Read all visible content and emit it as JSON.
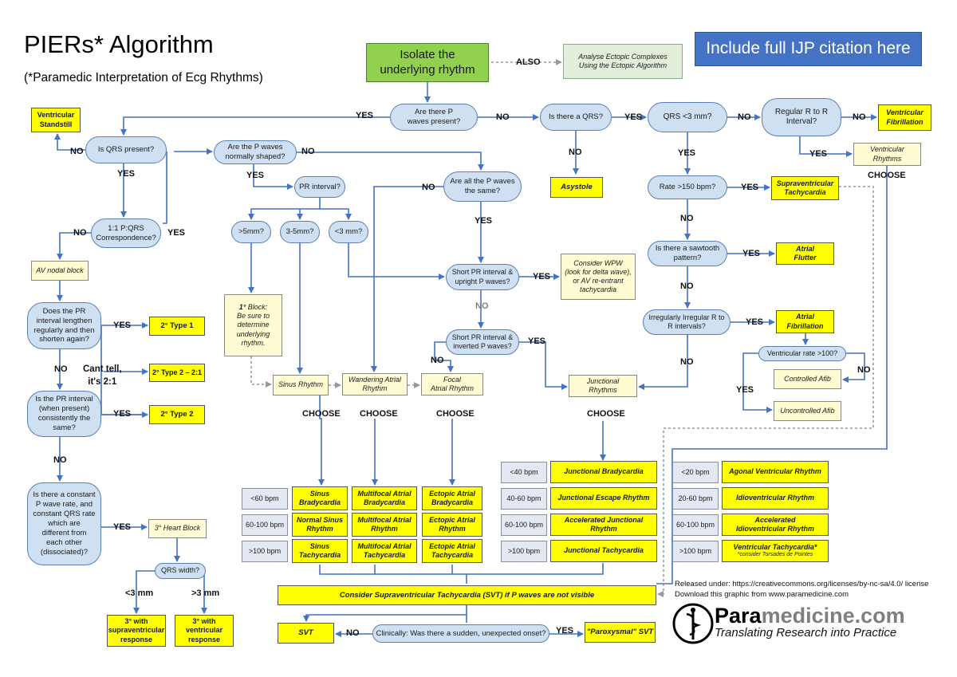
{
  "title": "PIERs* Algorithm",
  "subtitle": "(*Paramedic Interpretation of Ecg Rhythms)",
  "citation": "Include full IJP citation here",
  "nodes": {
    "isolate": "Isolate the\nunderlying rhythm",
    "ectopic": "Analyse Ectopic Complexes\nUsing the Ectopic Algorithm",
    "p_waves_present": "Are there P\nwaves present?",
    "is_qrs": "Is there a QRS?",
    "qrs_lt3": "QRS <3 mm?",
    "regular_rr": "Regular R to R\nInterval?",
    "vfib": "Ventricular\nFibrillation",
    "vent_standstill": "Ventricular\nStandstill",
    "is_qrs_present": "Is QRS present?",
    "p_normal": "Are the P waves\nnormally shaped?",
    "pr_interval": "PR interval?",
    "all_p_same": "Are all the P waves\nthe same?",
    "asystole": "Asystole",
    "rate_150": "Rate >150 bpm?",
    "svt_box": "Supraventricular\nTachycardia",
    "vent_rhythms": "Ventricular\nRhythms",
    "pqrs": "1:1 P:QRS\nCorrespondence?",
    "gt5": ">5mm?",
    "mm35": "3-5mm?",
    "lt3": "<3 mm?",
    "sawtooth": "Is there a sawtooth\npattern?",
    "aflutter": "Atrial\nFlutter",
    "av_nodal": "AV nodal block",
    "short_pr_upright": "Short PR interval &\nupright P waves?",
    "wpw": "Consider WPW\n(look for delta wave),\nor AV re-entrant\ntachycardia",
    "irregular": "Irregularly Irregular R to\nR intervals?",
    "afib": "Atrial\nFibrillation",
    "pr_lengthen": "Does the PR\ninterval lengthen\nregularly and then\nshorten again?",
    "type1": "2° Type 1",
    "first_degree": "Block:\nBe sure to\ndetermine\nunderlying\nrhythm.",
    "first_degree_num": "1° ",
    "short_pr_inverted": "Short PR interval &\ninverted P waves?",
    "vent_rate_100": "Ventricular rate >100?",
    "cant_tell": "Cant tell,\nit's 2:1",
    "type2_21": "2° Type 2 – 2:1",
    "sinus_rhythm": "Sinus Rhythm",
    "wandering": "Wandering Atrial\nRhythm",
    "focal": "Focal\nAtrial Rhythm",
    "junctional": "Junctional\nRhythms",
    "controlled_afib": "Controlled Afib",
    "pr_consistent": "Is the PR interval\n(when present)\nconsistently the\nsame?",
    "type2": "2° Type 2",
    "uncontrolled_afib": "Uncontrolled Afib",
    "constant_rate": "Is there a constant\nP wave rate, and\nconstant QRS rate\nwhich are\ndifferent from\neach other\n(dissociated)?",
    "third_block": "3° Heart Block",
    "qrs_width": "QRS width?",
    "third_supra": "3° with\nsupraventricular\nresponse",
    "third_vent": "3° with\nventricular\nresponse",
    "consider_svt": "Consider Supraventricular Tachycardia (SVT) if P waves are not visible",
    "svt": "SVT",
    "sudden_onset": "Clinically: Was there a sudden, unexpected onset?",
    "paroxysmal": "\"Paroxysmal\" SVT"
  },
  "rate_rows": {
    "atrial_rates": [
      "<60 bpm",
      "60-100 bpm",
      ">100 bpm"
    ],
    "sinus": [
      "Sinus\nBradycardia",
      "Normal Sinus\nRhythm",
      "Sinus\nTachycardia"
    ],
    "multifocal": [
      "Multifocal Atrial\nBradycardia",
      "Multifocal Atrial\nRhythm",
      "Multifocal Atrial\nTachycardia"
    ],
    "ectopic_atrial": [
      "Ectopic Atrial\nBradycardia",
      "Ectopic Atrial\nRhythm",
      "Ectopic Atrial\nTachycardia"
    ],
    "junctional_rates": [
      "<40 bpm",
      "40-60 bpm",
      "60-100 bpm",
      ">100 bpm"
    ],
    "junctional_names": [
      "Junctional Bradycardia",
      "Junctional Escape Rhythm",
      "Accelerated Junctional Rhythm",
      "Junctional Tachycardia"
    ],
    "vent_rates": [
      "<20 bpm",
      "20-60 bpm",
      "60-100 bpm",
      ">100 bpm"
    ],
    "vent_names": [
      "Agonal Ventricular Rhythm",
      "Idioventricular Rhythm",
      "Accelerated\nIdioventricular Rhythm",
      "Ventricular Tachycardia*"
    ],
    "torsades_note": "*consider Torsades de Pointes"
  },
  "labels": {
    "yes": "YES",
    "no": "NO",
    "also": "ALSO",
    "choose": "CHOOSE",
    "lt3mm": "<3 mm",
    "gt3mm": ">3 mm"
  },
  "footer": {
    "license": "Released under: https://creativecommons.org/licenses/by-nc-sa/4.0/ license",
    "download": "Download this graphic from www.paramedicine.com",
    "brand_para": "Para",
    "brand_rest": "medicine.com",
    "tagline": "Translating Research into Practice"
  },
  "colors": {
    "question_fill": "#cfe0f3",
    "outcome_fill": "#ffff00",
    "green_fill": "#92d050",
    "citation_fill": "#4472c4",
    "arrow": "#4472c4"
  }
}
